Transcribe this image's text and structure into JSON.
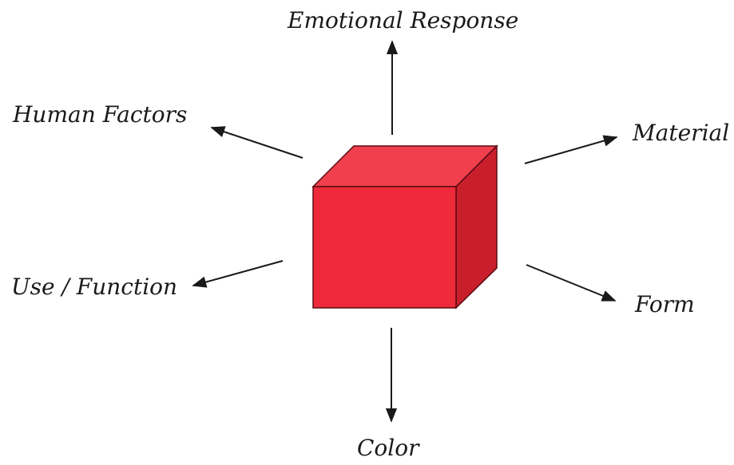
{
  "diagram": {
    "center_object": "cube",
    "cube_colors": {
      "front": "#ee2a3a",
      "top": "#f0404f",
      "side": "#c91f2c",
      "edge": "#5a0a10"
    },
    "arrow_color": "#1a1a1a",
    "labels": {
      "emotional_response": "Emotional Response",
      "human_factors": "Human Factors",
      "material": "Material",
      "use_function": "Use / Function",
      "form": "Form",
      "color": "Color"
    }
  }
}
